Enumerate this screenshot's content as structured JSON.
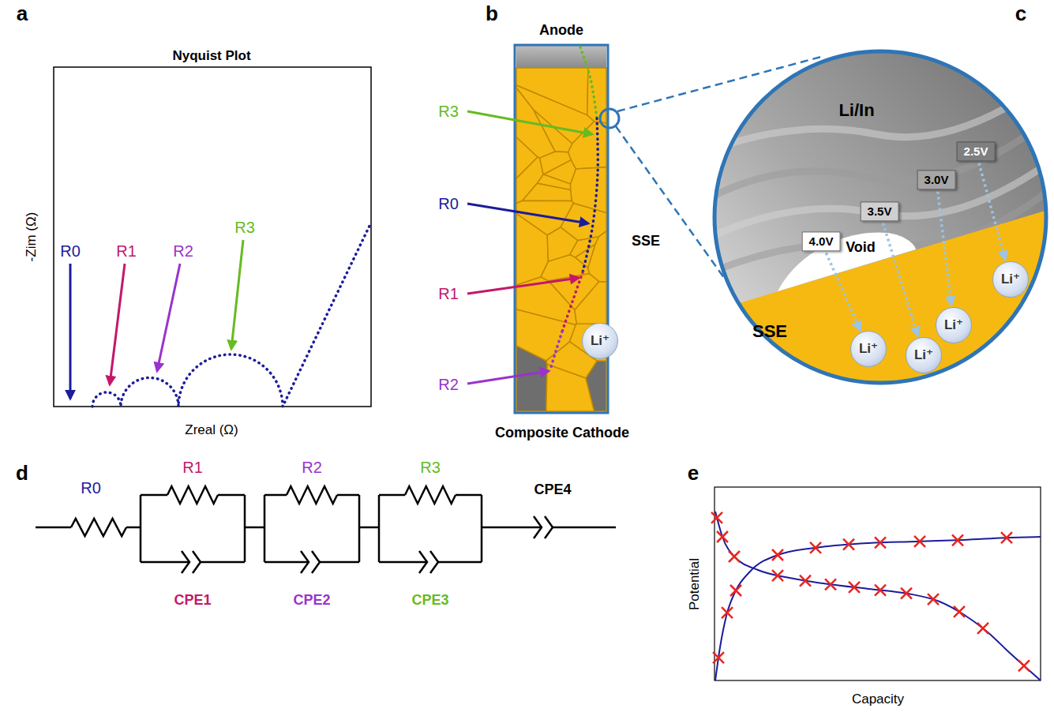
{
  "diagram": {
    "nodes": [
      {
        "text": [
          "Li⁺"
        ]
      },
      {
        "text": [
          "2.5V"
        ]
      },
      {
        "text": [
          "3.0V"
        ]
      },
      {
        "text": [
          "3.5V"
        ]
      },
      {
        "text": [
          "4.0V"
        ]
      },
      {
        "text": [
          "Li⁺"
        ]
      },
      {
        "text": [
          "Li⁺"
        ]
      },
      {
        "text": [
          "Li⁺"
        ]
      },
      {
        "text": [
          "Li⁺"
        ]
      }
    ],
    "edges": [
      {
        "from": 1,
        "to": 5,
        "arrow": "to"
      },
      {
        "from": 2,
        "to": 6,
        "arrow": "to"
      },
      {
        "from": 3,
        "to": 8,
        "arrow": "to"
      },
      {
        "from": 4,
        "to": 7,
        "arrow": "to"
      }
    ],
    "labels": [
      "a",
      "Nyquist Plot",
      "R0",
      "R1",
      "R2",
      "R3",
      "-Zim (Ω)",
      "Zreal (Ω)",
      "b",
      "Anode",
      "R3",
      "R0",
      "R1",
      "R2",
      "SSE",
      "Composite Cathode",
      "c",
      "Li/In",
      "Void",
      "SSE",
      "d",
      "R0",
      "R1",
      "R2",
      "R3",
      "CPE4",
      "CPE1",
      "CPE2",
      "CPE3",
      "e",
      "Potential",
      "Capacity"
    ]
  }
}
